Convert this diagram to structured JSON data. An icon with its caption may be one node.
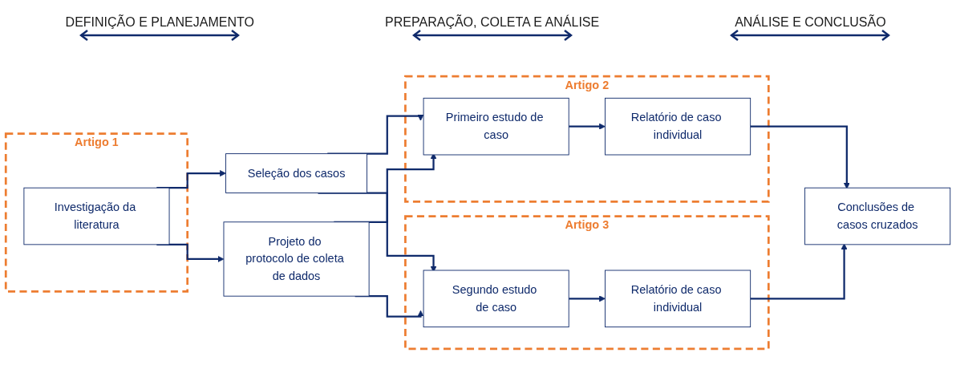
{
  "diagram": {
    "nodes": [
      {
        "text": [
          "Artigo 1"
        ]
      },
      {
        "text": [
          "Investigação da literatura"
        ],
        "in": 0
      },
      {
        "text": [
          "Seleção dos casos"
        ]
      },
      {
        "text": [
          "Projeto do protocolo de coleta de dados"
        ]
      },
      {
        "text": [
          "Artigo 2"
        ]
      },
      {
        "text": [
          "Primeiro estudo de caso"
        ],
        "in": 4
      },
      {
        "text": [
          "Relatório de caso individual"
        ],
        "in": 4
      },
      {
        "text": [
          "Artigo 3"
        ]
      },
      {
        "text": [
          "Segundo estudo de caso"
        ],
        "in": 7
      },
      {
        "text": [
          "Relatório de caso individual"
        ],
        "in": 7
      },
      {
        "text": [
          "Conclusões de casos cruzados"
        ]
      }
    ],
    "edges": [
      {
        "from": 1,
        "to": 2,
        "arrow": "to"
      },
      {
        "from": 1,
        "to": 3,
        "arrow": "to"
      },
      {
        "from": 2,
        "to": 5,
        "arrow": "to"
      },
      {
        "from": 2,
        "to": 8,
        "arrow": "to"
      },
      {
        "from": 3,
        "to": 5,
        "arrow": "to"
      },
      {
        "from": 3,
        "to": 8,
        "arrow": "to"
      },
      {
        "from": 5,
        "to": 6,
        "arrow": "to"
      },
      {
        "from": 8,
        "to": 9,
        "arrow": "to"
      },
      {
        "from": 6,
        "to": 10,
        "arrow": "to"
      },
      {
        "from": 9,
        "to": 10,
        "arrow": "to"
      }
    ],
    "labels": [
      "DEFINIÇÃO E PLANEJAMENTO",
      "PREPARAÇÃO, COLETA E ANÁLISE",
      "ANÁLISE E CONCLUSÃO"
    ]
  }
}
